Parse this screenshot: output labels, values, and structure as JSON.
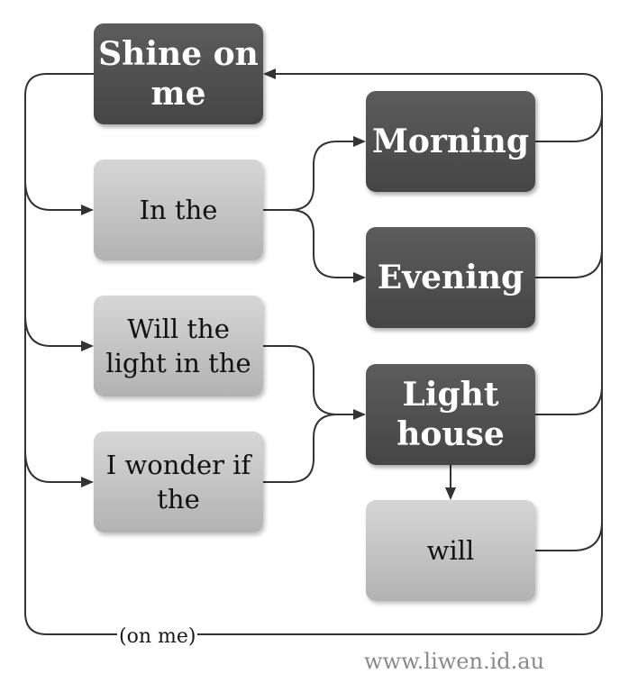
{
  "nodes": {
    "shine_on_me": "Shine on\nme",
    "in_the": "In the",
    "will_the_light_in_the": "Will the\nlight in the",
    "i_wonder_if_the": "I wonder if\nthe",
    "morning": "Morning",
    "evening": "Evening",
    "light_house": "Light\nhouse",
    "will": "will"
  },
  "loop_label": "(on me)",
  "watermark": "www.liwen.id.au",
  "colors": {
    "dark_node": "#4f4f4f",
    "light_node": "#c4c4c4",
    "connector": "#333333"
  }
}
